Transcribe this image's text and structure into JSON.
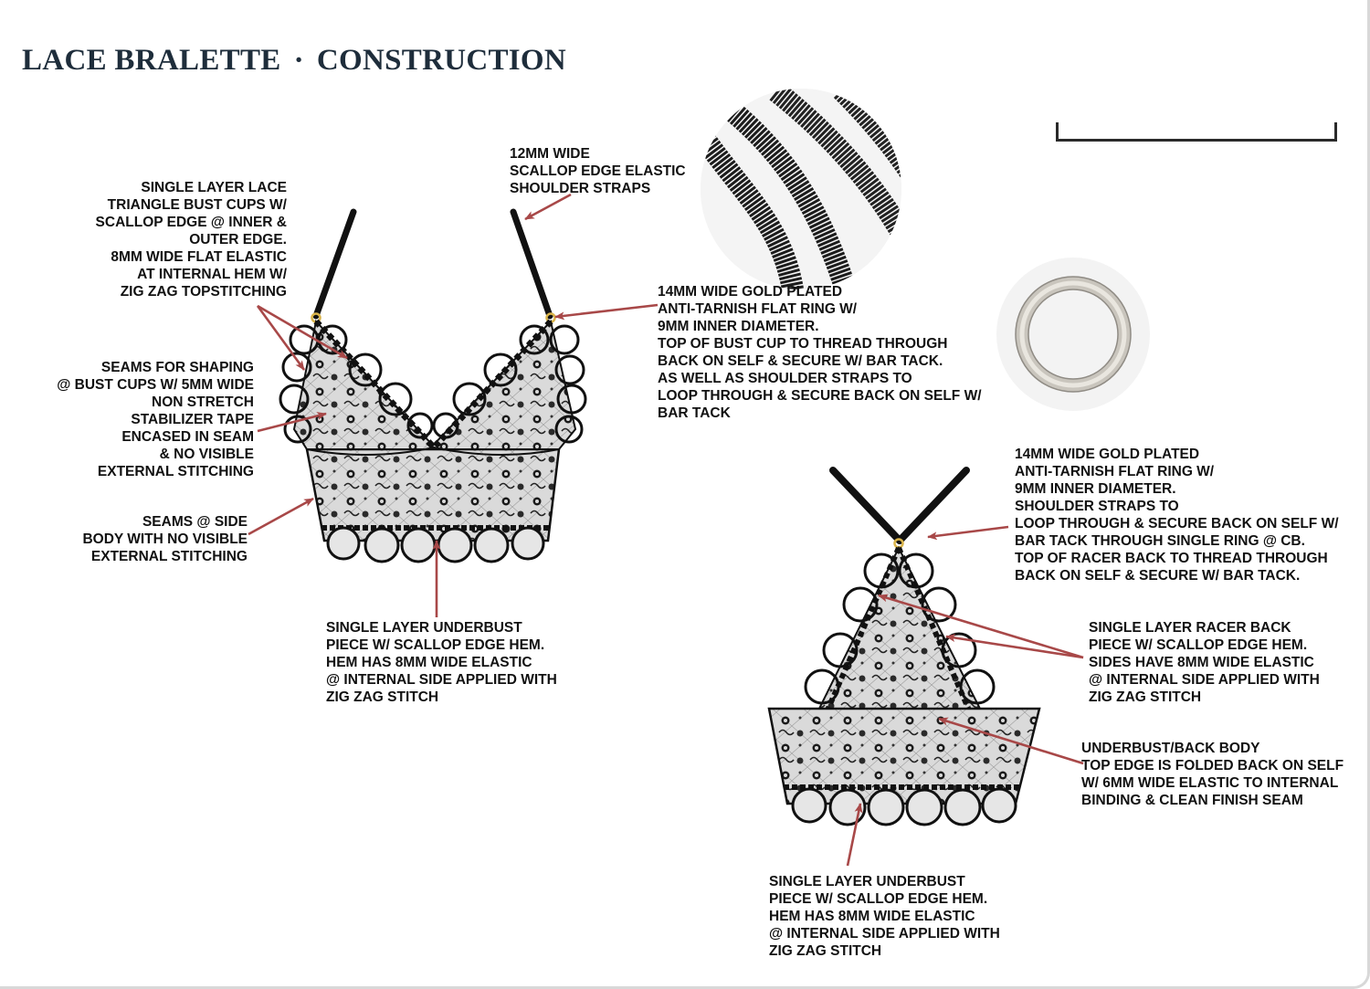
{
  "header": {
    "title_left": "LACE BRALETTE",
    "title_separator": "·",
    "title_right": "CONSTRUCTION"
  },
  "front_callouts": {
    "bust_cups": "SINGLE LAYER LACE\nTRIANGLE BUST CUPS W/\nSCALLOP EDGE @ INNER &\nOUTER EDGE.\n8MM WIDE FLAT ELASTIC\nAT INTERNAL HEM W/\nZIG ZAG TOPSTITCHING",
    "shoulder_straps": "12MM WIDE\nSCALLOP EDGE ELASTIC\nSHOULDER STRAPS",
    "gold_ring": "14MM WIDE GOLD PLATED\nANTI-TARNISH FLAT RING W/\n9MM INNER DIAMETER.\nTOP OF BUST CUP TO THREAD THROUGH\nBACK ON SELF & SECURE W/ BAR TACK.\nAS WELL AS SHOULDER STRAPS TO\nLOOP THROUGH & SECURE BACK ON SELF W/\nBAR TACK",
    "seams_shaping": "SEAMS FOR SHAPING\n@ BUST CUPS W/ 5MM WIDE\nNON STRETCH\nSTABILIZER TAPE\nENCASED IN SEAM\n& NO VISIBLE\nEXTERNAL STITCHING",
    "side_seams": "SEAMS @ SIDE\nBODY WITH NO VISIBLE\nEXTERNAL STITCHING",
    "underbust": "SINGLE LAYER UNDERBUST\nPIECE W/ SCALLOP EDGE HEM.\nHEM HAS 8MM WIDE ELASTIC\n@ INTERNAL SIDE APPLIED WITH\nZIG ZAG STITCH"
  },
  "back_callouts": {
    "gold_ring": "14MM WIDE GOLD PLATED\nANTI-TARNISH FLAT RING W/\n9MM INNER DIAMETER.\nSHOULDER STRAPS TO\nLOOP THROUGH & SECURE BACK ON SELF W/\nBAR TACK THROUGH SINGLE RING @ CB.\nTOP OF RACER BACK TO THREAD THROUGH\nBACK ON SELF & SECURE W/ BAR TACK.",
    "racer_back": "SINGLE LAYER RACER BACK\nPIECE W/ SCALLOP EDGE HEM.\nSIDES HAVE 8MM WIDE ELASTIC\n@ INTERNAL SIDE APPLIED WITH\nZIG ZAG STITCH",
    "back_body": "UNDERBUST/BACK BODY\nTOP EDGE IS FOLDED BACK ON SELF\nW/ 6MM WIDE ELASTIC TO INTERNAL\nBINDING & CLEAN FINISH SEAM",
    "underbust": "SINGLE LAYER UNDERBUST\nPIECE W/ SCALLOP EDGE HEM.\nHEM HAS 8MM WIDE ELASTIC\n@ INTERNAL SIDE APPLIED WITH\nZIG ZAG STITCH"
  },
  "colors": {
    "title": "#1e2d3b",
    "arrow": "#a84848",
    "lace": "#111111",
    "mesh": "#cfcfcf",
    "gold": "#d9b44a"
  }
}
